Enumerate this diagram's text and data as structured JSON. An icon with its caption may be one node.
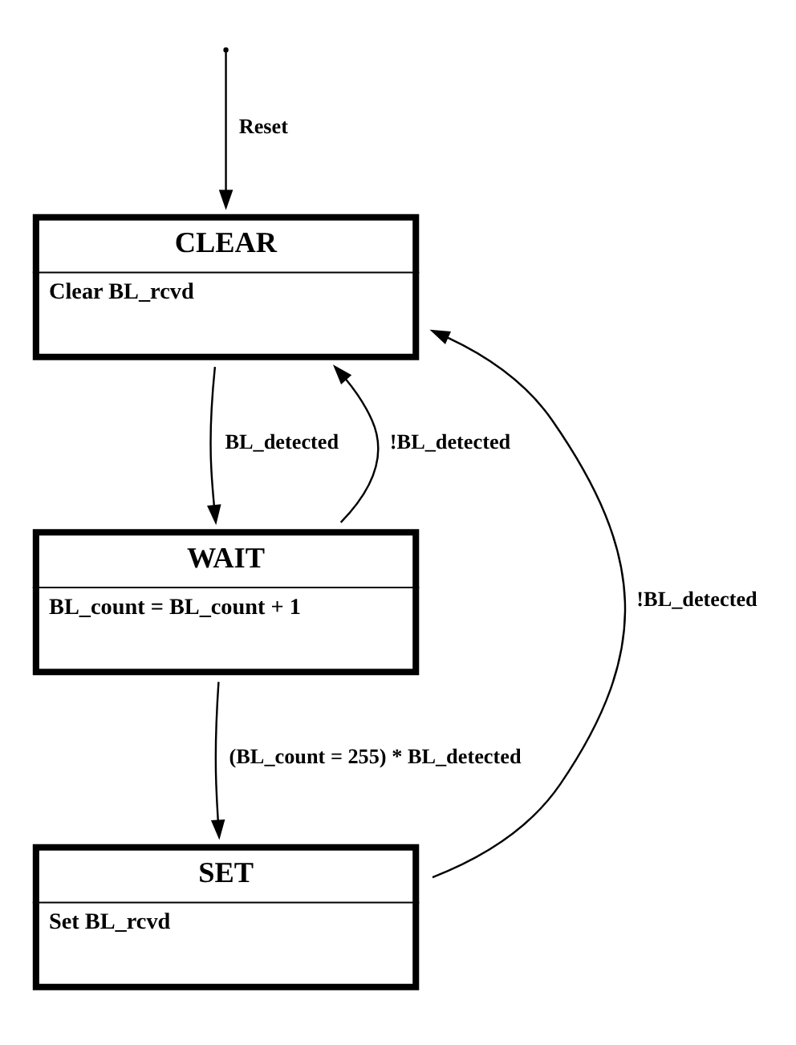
{
  "diagram": {
    "nodes": [
      {
        "text": [
          "CLEAR",
          "Clear BL_rcvd"
        ]
      },
      {
        "text": [
          "WAIT",
          "BL_count = BL_count + 1"
        ]
      },
      {
        "text": [
          "SET",
          "Set BL_rcvd"
        ]
      }
    ],
    "edges": [
      {
        "from": null,
        "to": 0,
        "arrow": "to",
        "label": "Reset"
      },
      {
        "from": 0,
        "to": 1,
        "arrow": "to",
        "label": "BL_detected"
      },
      {
        "from": 1,
        "to": 0,
        "arrow": "to",
        "label": "!BL_detected"
      },
      {
        "from": 1,
        "to": 2,
        "arrow": "to",
        "label": "(BL_count = 255) * BL_detected"
      },
      {
        "from": 2,
        "to": 0,
        "arrow": "to",
        "label": "!BL_detected"
      }
    ]
  }
}
